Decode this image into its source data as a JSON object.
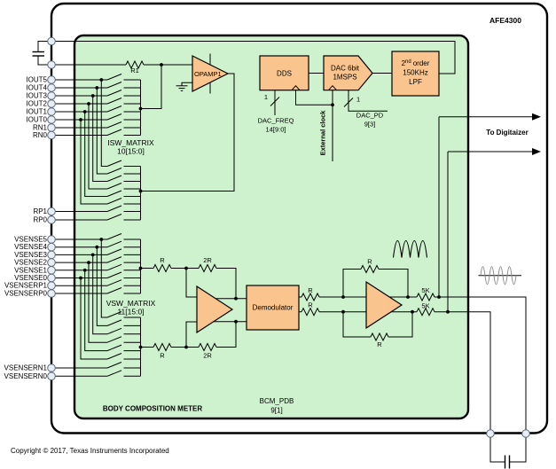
{
  "chip": {
    "name": "AFE4300",
    "meter_label": "BODY COMPOSITION METER",
    "bcm_pdb": "BCM_PDB",
    "bcm_pdb_bits": "9[1]"
  },
  "copyright": "Copyright © 2017, Texas Instruments Incorporated",
  "pins": {
    "left": [
      "IOUT5",
      "IOUT4",
      "IOUT3",
      "IOUT2",
      "IOUT1",
      "IOUT0",
      "RN1",
      "RN0",
      "RP1",
      "RP0",
      "VSENSE5",
      "VSENSE4",
      "VSENSE3",
      "VSENSE2",
      "VSENSE1",
      "VSENSE0",
      "VSENSERP1",
      "VSENSERP0",
      "VSENSERN1",
      "VSENSERN0"
    ]
  },
  "matrices": {
    "isw_name": "ISW_MATRIX",
    "isw_bits": "10[15:0]",
    "vsw_name": "VSW_MATRIX",
    "vsw_bits": "11[15:0]"
  },
  "blocks": {
    "opamp1": "OPAMP1",
    "dds": "DDS",
    "dac_line1": "DAC 6bit",
    "dac_line2": "1MSPS",
    "lpf_sup_base": "2",
    "lpf_sup": "nd",
    "lpf_word": "order",
    "lpf_line2": "150KHz",
    "lpf_line3": "LPF",
    "demodulator": "Demodulator"
  },
  "signals": {
    "dac_freq": "DAC_FREQ",
    "dac_freq_bits": "14[9:0]",
    "dac_pd": "DAC_PD",
    "dac_pd_bits": "9[3]",
    "bus_width": "1",
    "external_clock": "External clock",
    "to_digitizer": "To Digitaizer"
  },
  "resistors": {
    "r1": "R1",
    "r": "R",
    "r2": "2R",
    "r5k": "5K"
  },
  "colors": {
    "block_fill": "#F9C48E",
    "inner_fill": "#CDF2CD",
    "wire": "#000000",
    "waveform_gray": "#8C8C8C"
  }
}
